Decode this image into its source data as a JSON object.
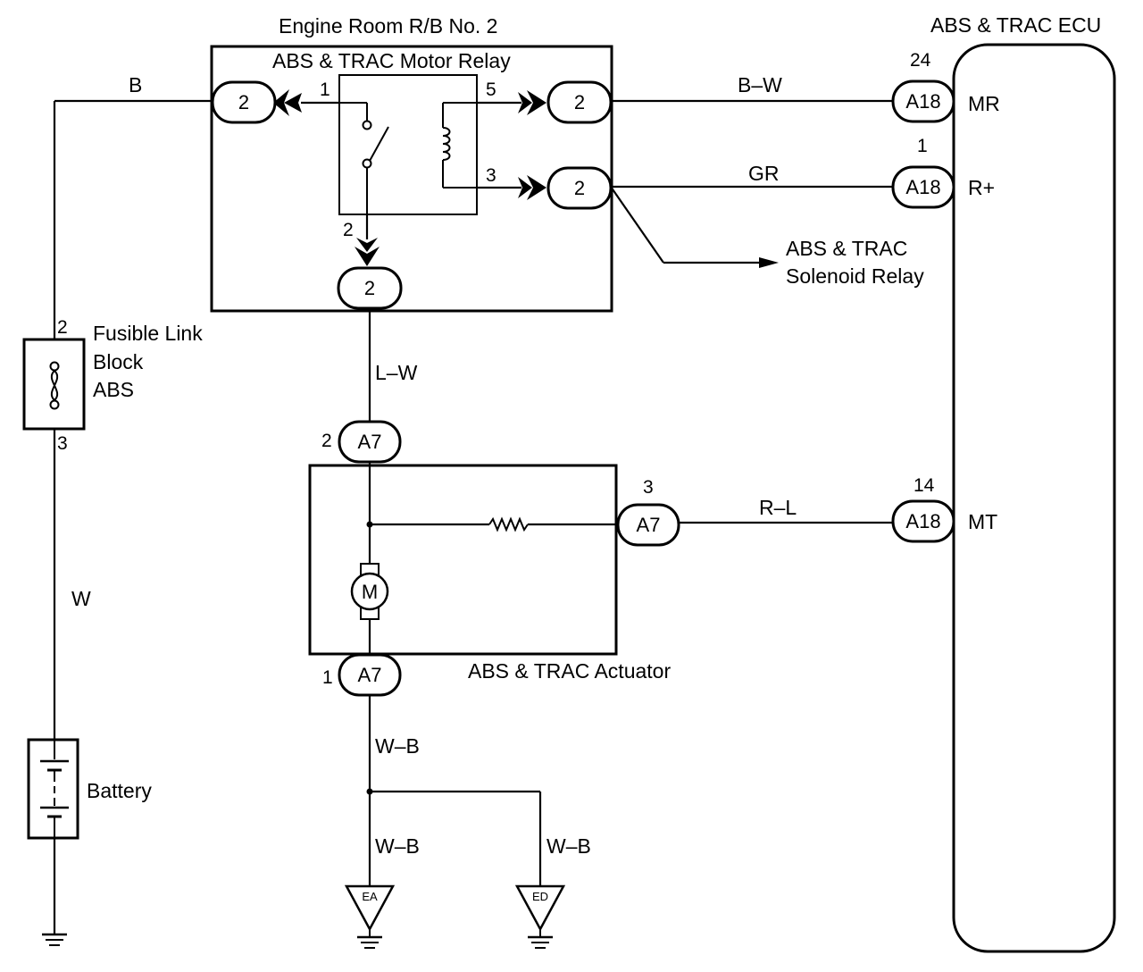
{
  "relay_block": {
    "title": "Engine Room R/B No. 2",
    "relay_name": "ABS & TRAC Motor Relay",
    "conn_left": "2",
    "conn_top_right": "2",
    "conn_mid_right": "2",
    "conn_bottom": "2",
    "pin_1": "1",
    "pin_5": "5",
    "pin_3": "3",
    "pin_2": "2"
  },
  "fusible_link": {
    "line1": "Fusible Link",
    "line2": "Block",
    "line3": "ABS",
    "pin_top": "2",
    "pin_bottom": "3"
  },
  "battery": {
    "label": "Battery"
  },
  "wires": {
    "b": "B",
    "w": "W",
    "bw": "B–W",
    "gr": "GR",
    "lw": "L–W",
    "rl": "R–L",
    "wb_main": "W–B",
    "wb_ea": "W–B",
    "wb_ed": "W–B"
  },
  "solenoid": {
    "line1": "ABS & TRAC",
    "line2": "Solenoid Relay"
  },
  "actuator": {
    "label": "ABS & TRAC Actuator",
    "motor": "M",
    "conn_top": "A7",
    "conn_right": "A7",
    "conn_bottom": "A7",
    "pin_top": "2",
    "pin_right": "3",
    "pin_bottom": "1"
  },
  "ecu": {
    "title": "ABS & TRAC ECU",
    "mr_conn": "A18",
    "mr_pin": "24",
    "mr_label": "MR",
    "rplus_conn": "A18",
    "rplus_pin": "1",
    "rplus_label": "R+",
    "mt_conn": "A18",
    "mt_pin": "14",
    "mt_label": "MT"
  },
  "grounds": {
    "ea": "EA",
    "ed": "ED"
  }
}
